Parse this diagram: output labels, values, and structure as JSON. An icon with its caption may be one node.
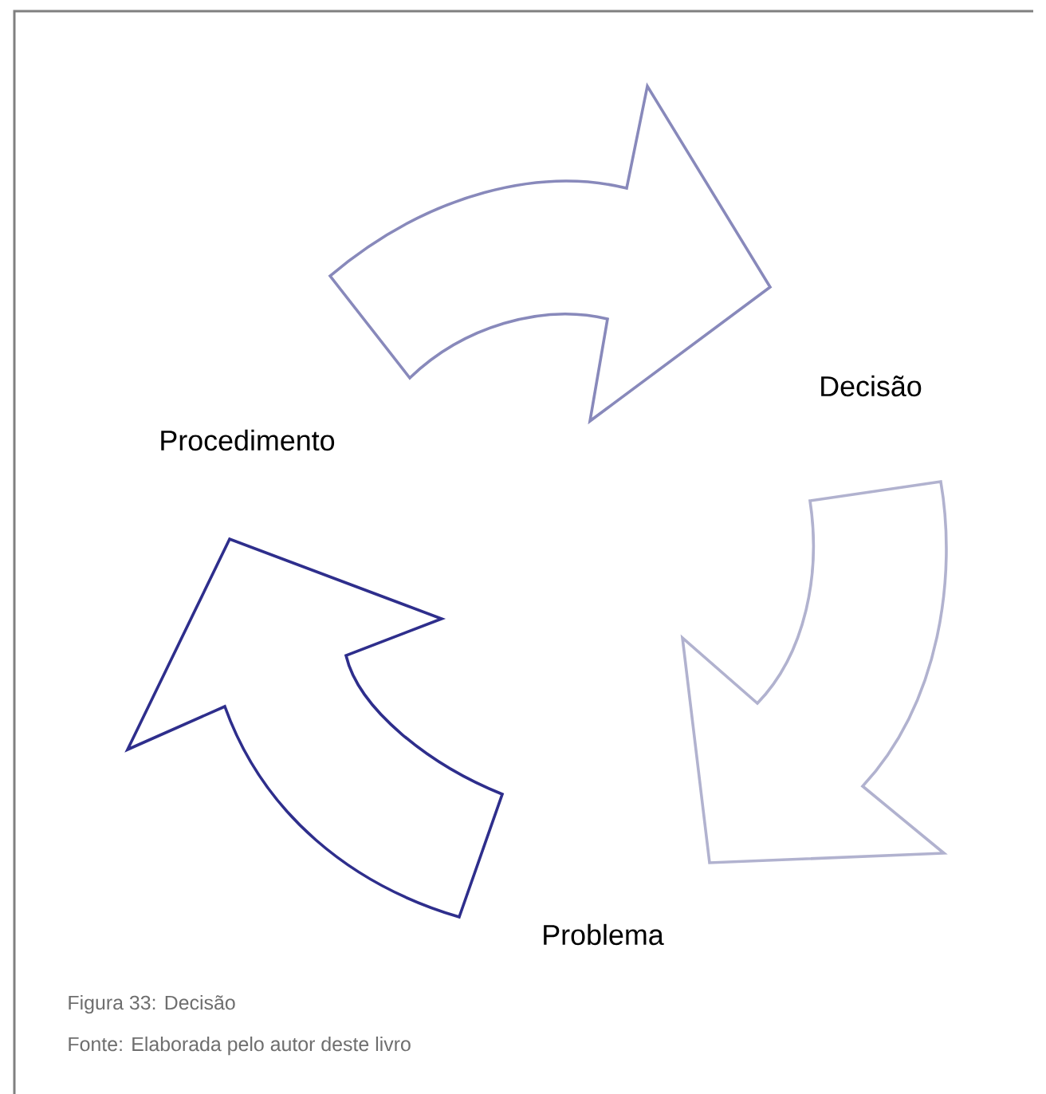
{
  "diagram": {
    "caption": "Figura 33: Decisão",
    "nodes": [
      {
        "text": [
          "Procedimento"
        ]
      },
      {
        "text": [
          "Decisão"
        ]
      },
      {
        "text": [
          "Problema"
        ]
      }
    ],
    "edges": [
      {
        "from": 0,
        "to": 1,
        "arrow": "to",
        "color": "#8889bb"
      },
      {
        "from": 1,
        "to": 2,
        "arrow": "to",
        "color": "#b1b2cf"
      },
      {
        "from": 2,
        "to": 0,
        "arrow": "to",
        "color": "#2e2e8c"
      }
    ],
    "labels": [
      "Fonte: Elaborada pelo autor deste livro"
    ]
  }
}
